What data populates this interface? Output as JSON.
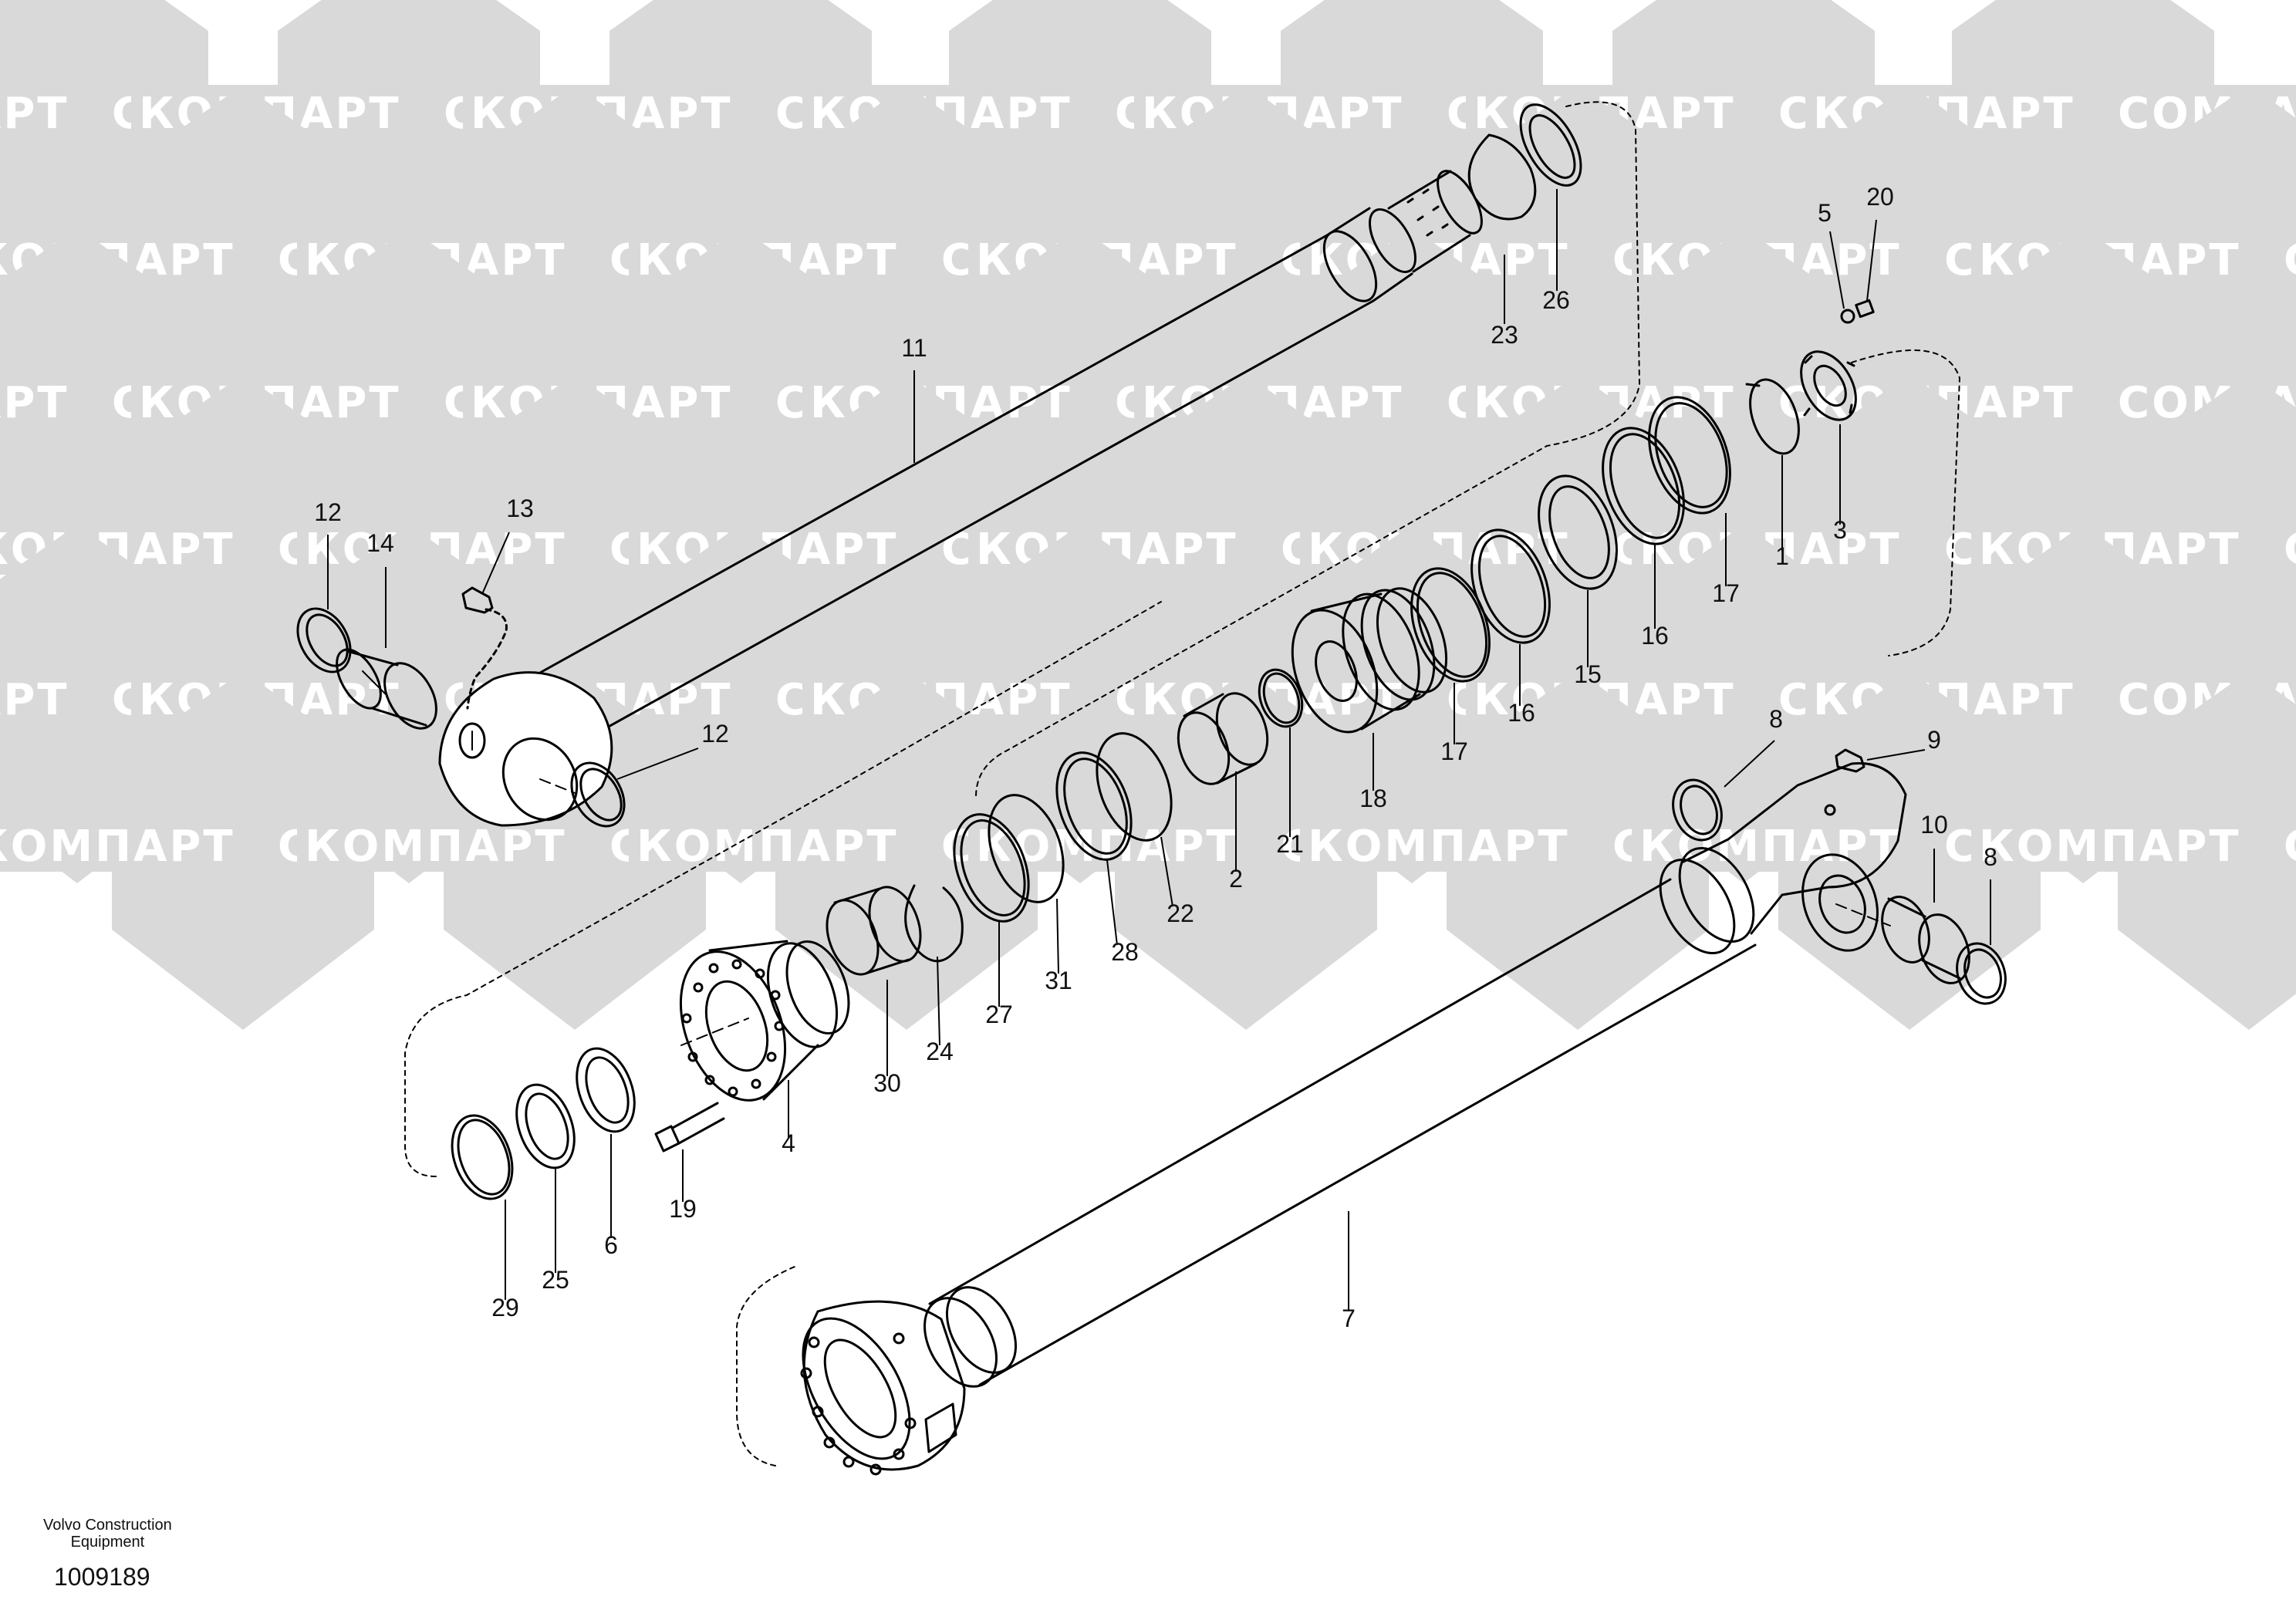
{
  "watermark": {
    "brand_latin": "COMPART",
    "brand_cyrillic": "КОМПАРТ",
    "color": "#d9d9d9"
  },
  "footer": {
    "company_line1": "Volvo Construction",
    "company_line2": "Equipment",
    "document_number": "1009189"
  },
  "callouts": [
    "11",
    "12",
    "14",
    "13",
    "12",
    "23",
    "26",
    "5",
    "20",
    "3",
    "1",
    "17",
    "16",
    "15",
    "16",
    "17",
    "18",
    "21",
    "2",
    "22",
    "28",
    "31",
    "27",
    "24",
    "30",
    "4",
    "19",
    "6",
    "25",
    "29",
    "8",
    "9",
    "10",
    "8",
    "7"
  ]
}
